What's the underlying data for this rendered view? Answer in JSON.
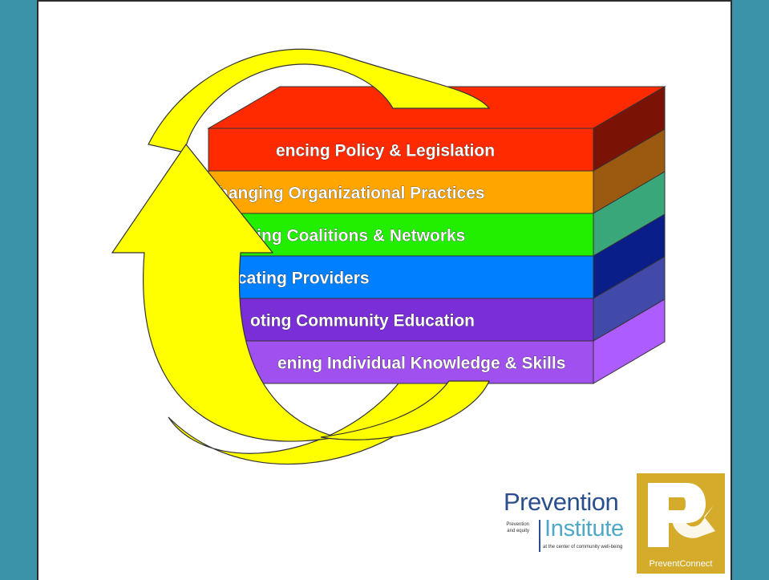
{
  "tiers": [
    {
      "label": "Influencing Policy & Legislation",
      "visible_label": "encing Policy & Legislation",
      "color": "#ff2a00",
      "side": "#7a1206"
    },
    {
      "label": "Changing Organizational Practices",
      "visible_label": "hanging Organizational Practices",
      "color": "#ffa500",
      "side": "#9c5a10"
    },
    {
      "label": "Fostering Coalitions & Networks",
      "visible_label": "ring Coalitions & Networks",
      "color": "#22ee00",
      "side": "#3aa77a"
    },
    {
      "label": "Educating Providers",
      "visible_label": "cating Providers",
      "color": "#0080ff",
      "side": "#0a1e8a"
    },
    {
      "label": "Promoting Community Education",
      "visible_label": "oting Community Education",
      "color": "#7a2ed8",
      "side": "#414aa8"
    },
    {
      "label": "Strengthening Individual Knowledge & Skills",
      "visible_label": "ening Individual Knowledge & Skills",
      "color": "#a050ee",
      "side": "#ad5cff"
    }
  ],
  "arrow_color": "#ffff00",
  "logos": {
    "prevention_institute": {
      "title": "Prevention",
      "subtitle": "Institute",
      "tag_left": "Prevention and equity",
      "tag_right": "at the center of community well-being"
    },
    "preventconnect": {
      "monogram": "PC",
      "caption": "PreventConnect"
    }
  }
}
